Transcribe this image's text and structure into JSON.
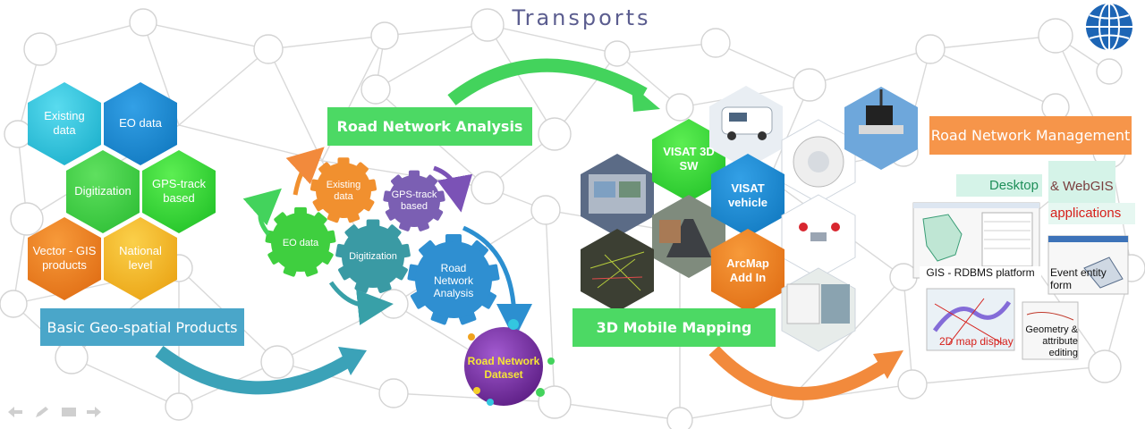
{
  "title": "Transports",
  "sections": {
    "basic_products": {
      "banner": "Basic Geo-spatial Products",
      "hexagons": [
        "Existing data",
        "EO data",
        "Digitization",
        "GPS-track based",
        "Vector - GIS products",
        "National level"
      ]
    },
    "road_analysis": {
      "banner": "Road Network Analysis",
      "gears": [
        "Existing data",
        "GPS-track based",
        "EO data",
        "Digitization",
        "Road Network Analysis"
      ],
      "dataset": "Road Network Dataset"
    },
    "mobile_mapping": {
      "banner": "3D Mobile Mapping",
      "hexagons": [
        "VISAT 3D SW",
        "VISAT vehicle",
        "ArcMap Add In"
      ]
    },
    "management": {
      "banner": "Road Network Management",
      "desktop": "Desktop",
      "webgis": "& WebGIS",
      "applications": "applications",
      "screenshots": [
        "GIS - RDBMS platform",
        "Event entity form",
        "2D map display",
        "Geometry & attribute editing"
      ]
    }
  },
  "colors": {
    "title": "#5b5d8f",
    "teal": "#4aa6c9",
    "green": "#4cd964",
    "orange": "#f6954a",
    "cyan": "#33c7e0",
    "lime": "#3ddc3d",
    "yellow": "#f5b91e",
    "gear_orange": "#f1902f",
    "purple_gear": "#7b5fb3",
    "teal_gear": "#3a9aa4",
    "blue_gear": "#2f8fd1",
    "dataset": "#7a2fa3",
    "red_text": "#d6201b",
    "green_text": "#1f8f5a",
    "desktop_bg": "#d5f3e8"
  },
  "icons": [
    "globe-logo-icon",
    "back-arrow-icon",
    "pen-icon",
    "menu-icon",
    "forward-arrow-icon"
  ]
}
